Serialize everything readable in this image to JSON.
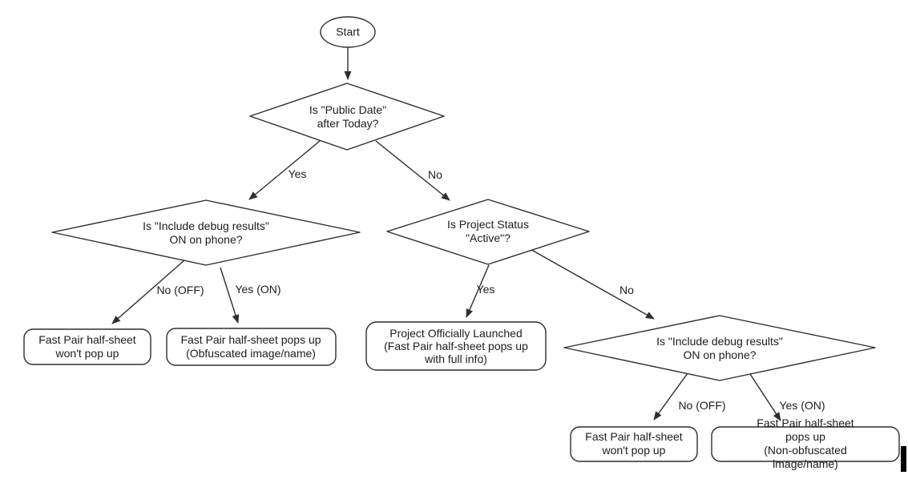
{
  "diagram": {
    "type": "flowchart",
    "colors": {
      "background": "#ffffff",
      "shape_stroke": "#2e2e2e",
      "shape_fill": "#ffffff",
      "text": "#1c1c1c",
      "arrow": "#2e2e2e",
      "cursor_artifact": "#000000"
    },
    "nodes": {
      "start": {
        "label": "Start"
      },
      "decision_public_date": {
        "label": "Is \"Public Date\"\nafter Today?"
      },
      "decision_debug_left": {
        "label": "Is \"Include debug results\"\nON on phone?"
      },
      "decision_project_status": {
        "label": "Is Project Status\n\"Active\"?"
      },
      "decision_debug_right": {
        "label": "Is \"Include debug results\"\nON on phone?"
      },
      "result_no_popup_left": {
        "label": "Fast Pair half-sheet\nwon't pop up"
      },
      "result_obfuscated": {
        "label": "Fast Pair half-sheet pops up\n(Obfuscated image/name)"
      },
      "result_launched": {
        "label": "Project Officially Launched\n(Fast Pair half-sheet pops up\nwith full info)"
      },
      "result_no_popup_right": {
        "label": "Fast Pair half-sheet\nwon't pop up"
      },
      "result_non_obfuscated": {
        "label": "Fast Pair half-sheet pops up\n(Non-obfuscated image/name)"
      }
    },
    "edges": {
      "public_date_yes": {
        "label": "Yes"
      },
      "public_date_no": {
        "label": "No"
      },
      "debug_left_no": {
        "label": "No (OFF)"
      },
      "debug_left_yes": {
        "label": "Yes (ON)"
      },
      "status_yes": {
        "label": "Yes"
      },
      "status_no": {
        "label": "No"
      },
      "debug_right_no": {
        "label": "No (OFF)"
      },
      "debug_right_yes": {
        "label": "Yes (ON)"
      }
    }
  }
}
